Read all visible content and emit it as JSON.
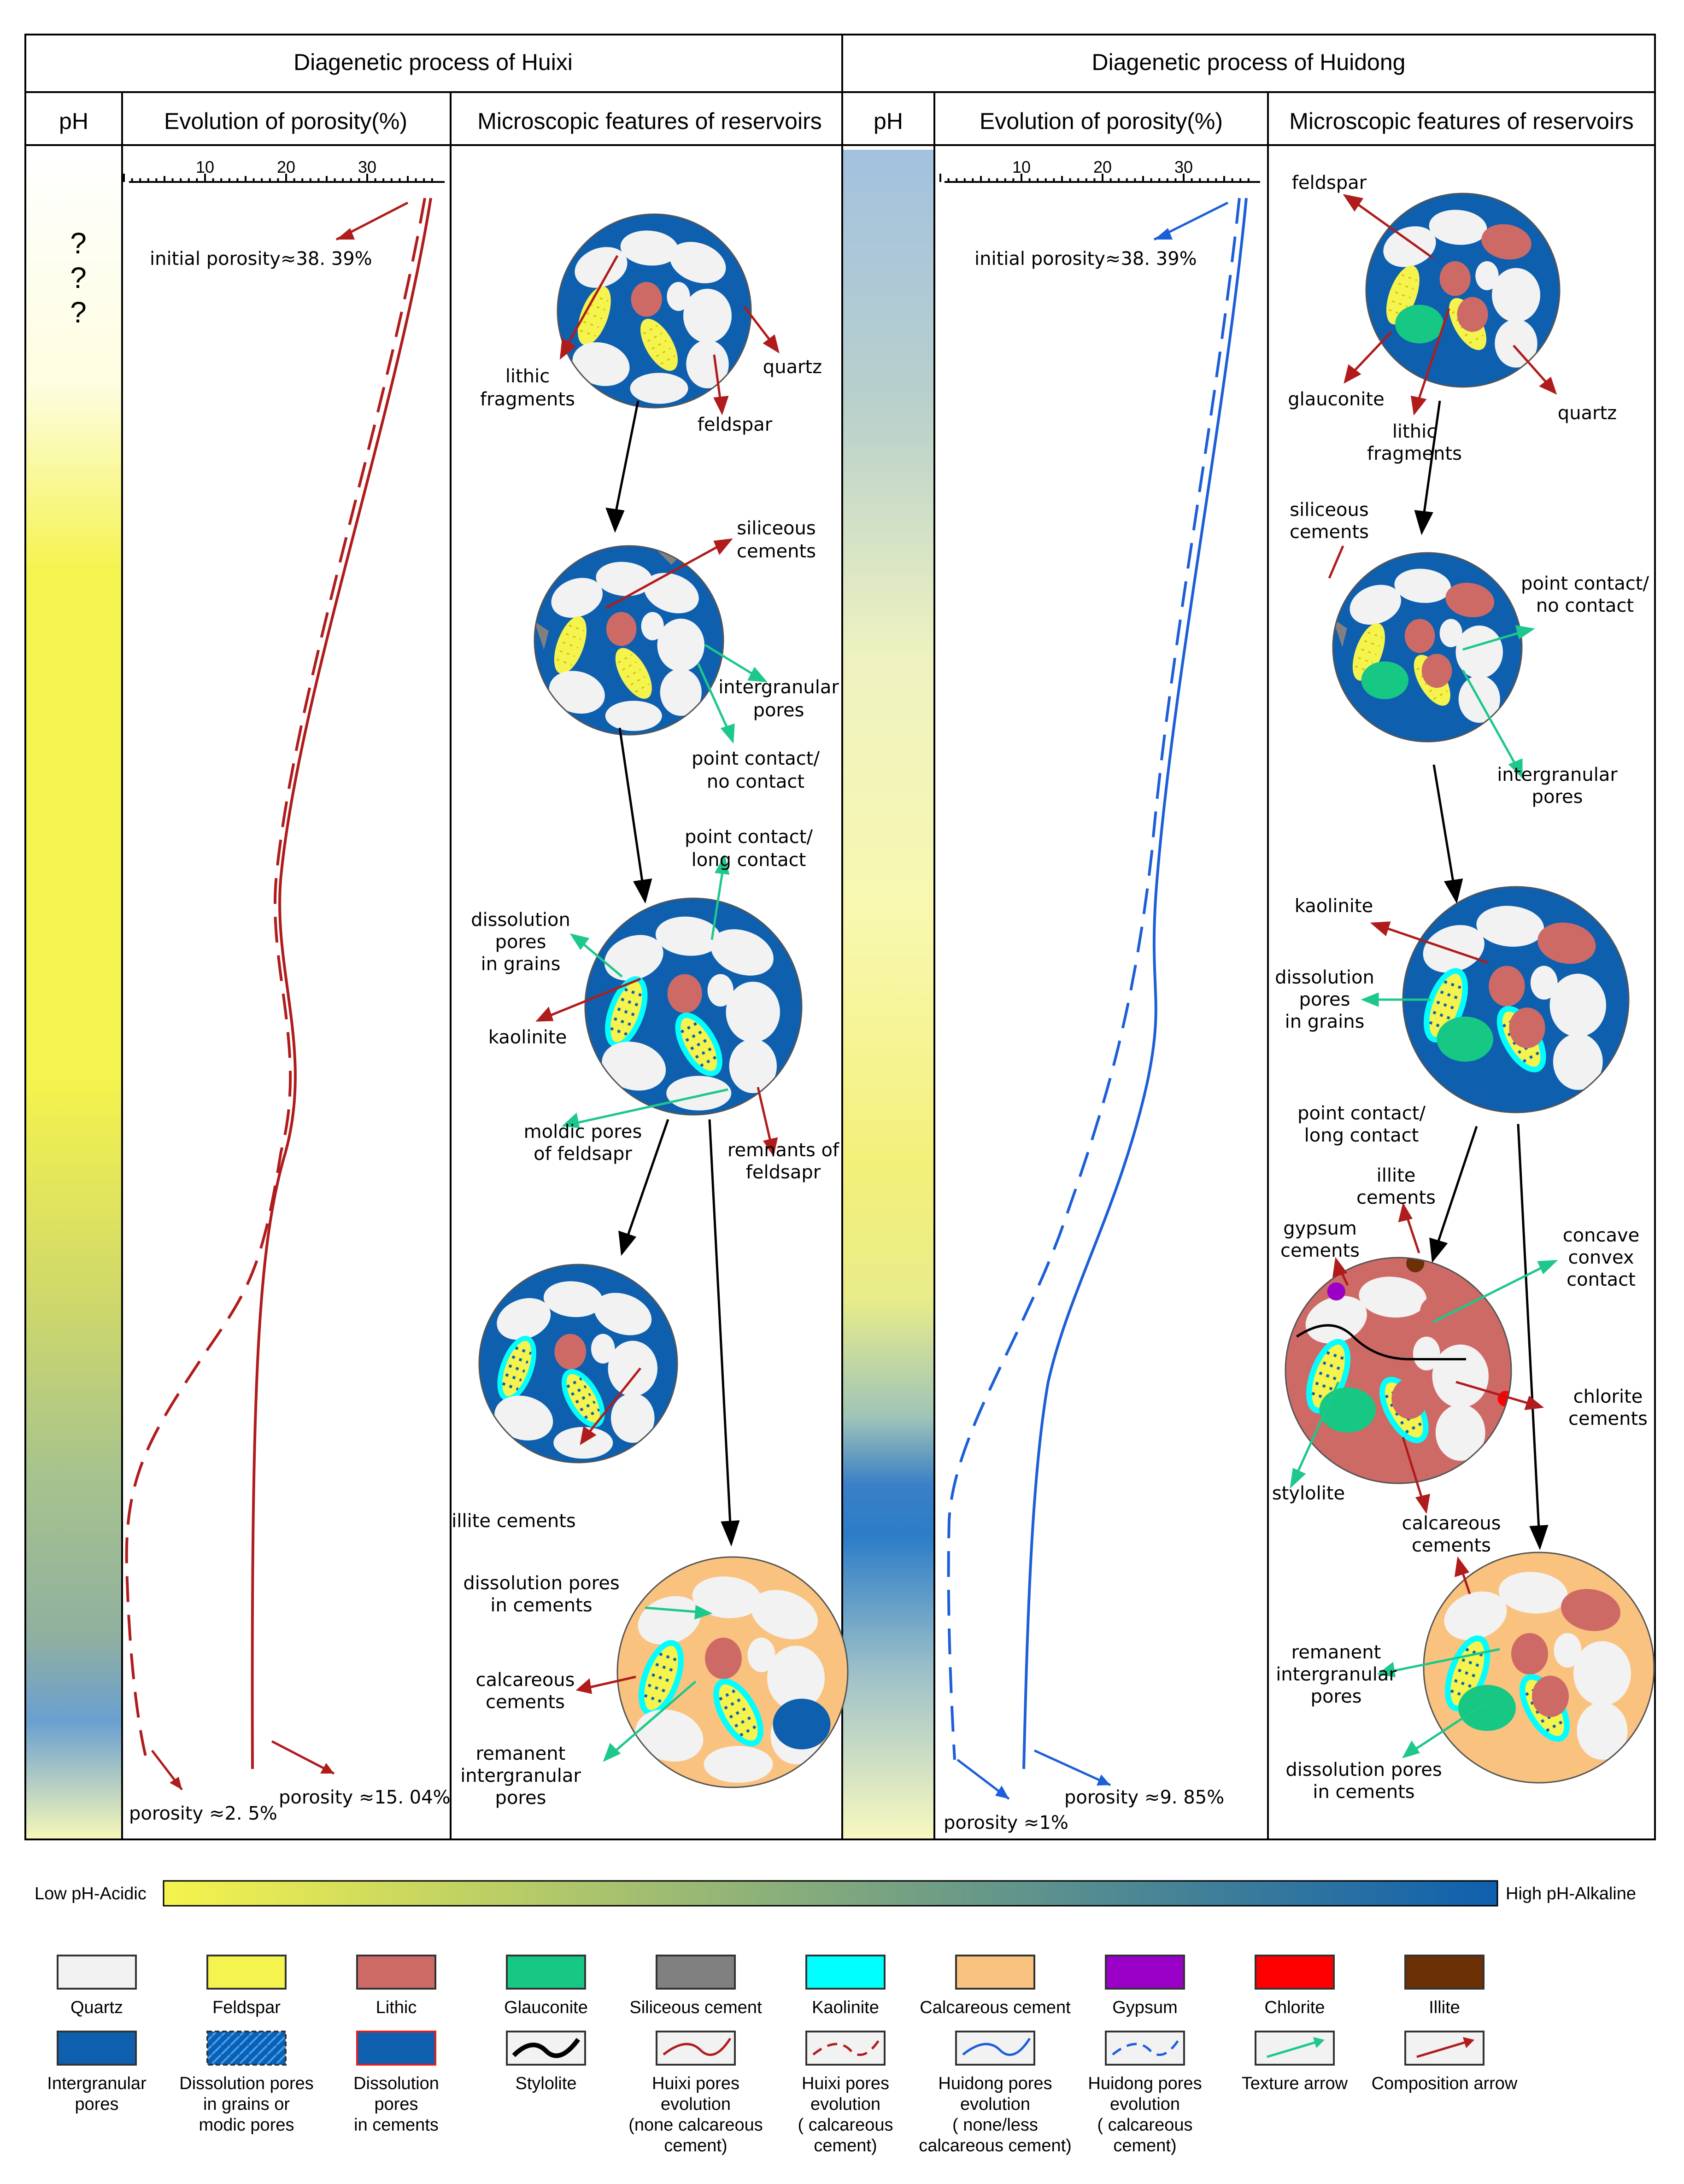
{
  "headers": {
    "huixi_title": "Diagenetic process of Huixi",
    "huidong_title": "Diagenetic process of Huidong",
    "ph": "pH",
    "porosity": "Evolution of porosity(%)",
    "features": "Microscopic features of reservoirs"
  },
  "axis_ticks": [
    "10",
    "20",
    "30"
  ],
  "question_marks": [
    "?",
    "?",
    "?"
  ],
  "huixi": {
    "initial_porosity": "initial porosity≈38. 39%",
    "final_calc": "porosity ≈2. 5%",
    "final_noncalc": "porosity ≈15. 04%",
    "labels": {
      "lithic_fragments": [
        "lithic",
        "fragments"
      ],
      "feldspar": "feldspar",
      "quartz": "quartz",
      "siliceous_cements": [
        "siliceous",
        "cements"
      ],
      "intergranular_pores": [
        "intergranular",
        "pores"
      ],
      "point_no_contact": [
        "point contact/",
        "no contact"
      ],
      "point_long_contact": [
        "point contact/",
        "long contact"
      ],
      "dissolution_pores_grains": [
        "dissolution",
        "pores",
        "in grains"
      ],
      "kaolinite": "kaolinite",
      "moldic_pores": [
        "moldic pores",
        "of feldsapr"
      ],
      "remnants_feldsapr": [
        "remnants of",
        "feldsapr"
      ],
      "illite_cements": "illite cements",
      "dissolution_pores_cements": [
        "dissolution pores",
        "in cements"
      ],
      "calcareous_cements": [
        "calcareous",
        "cements"
      ],
      "remanent_intergranular": [
        "remanent",
        "intergranular",
        "pores"
      ]
    }
  },
  "huidong": {
    "initial_porosity": "initial porosity≈38. 39%",
    "final_calc": "porosity ≈1%",
    "final_noncalc": "porosity ≈9. 85%",
    "labels": {
      "feldspar": "feldspar",
      "glauconite": "glauconite",
      "lithic_fragments": [
        "lithic",
        "fragments"
      ],
      "quartz": "quartz",
      "siliceous_cements": [
        "siliceous",
        "cements"
      ],
      "point_no_contact": [
        "point contact/",
        "no contact"
      ],
      "intergranular_pores": [
        "intergranular",
        "pores"
      ],
      "kaolinite": "kaolinite",
      "dissolution_pores_grains": [
        "dissolution",
        "pores",
        "in grains"
      ],
      "point_long_contact": [
        "point contact/",
        "long contact"
      ],
      "illite_cements": [
        "illite",
        "cements"
      ],
      "gypsum_cements": [
        "gypsum",
        "cements"
      ],
      "concave_convex": [
        "concave",
        "convex",
        "contact"
      ],
      "chlorite_cements": [
        "chlorite",
        "cements"
      ],
      "stylolite": "stylolite",
      "calcareous_cements": [
        "calcareous",
        "cements"
      ],
      "remanent_intergranular": [
        "remanent",
        "intergranular",
        "pores"
      ],
      "dissolution_pores_cements": [
        "dissolution pores",
        "in cements"
      ]
    }
  },
  "ph_scale": {
    "low": "Low pH-Acidic",
    "high": "High pH-Alkaline",
    "low_color": "#f5f34d",
    "high_color": "#0e5fae"
  },
  "legend": [
    {
      "label": [
        "Quartz"
      ],
      "kind": "fill",
      "color": "#f2f2f2"
    },
    {
      "label": [
        "Feldspar"
      ],
      "kind": "fill",
      "color": "#f5f34d"
    },
    {
      "label": [
        "Lithic"
      ],
      "kind": "fill",
      "color": "#cd6a66"
    },
    {
      "label": [
        "Glauconite"
      ],
      "kind": "fill",
      "color": "#17c784"
    },
    {
      "label": [
        "Siliceous cement"
      ],
      "kind": "fill",
      "color": "#808080"
    },
    {
      "label": [
        "Kaolinite"
      ],
      "kind": "fill",
      "color": "#00ffff"
    },
    {
      "label": [
        "Calcareous cement"
      ],
      "kind": "fill",
      "color": "#fac27f"
    },
    {
      "label": [
        "Gypsum"
      ],
      "kind": "fill",
      "color": "#9b00c8"
    },
    {
      "label": [
        "Chlorite"
      ],
      "kind": "fill",
      "color": "#ff0000"
    },
    {
      "label": [
        "Illite"
      ],
      "kind": "fill",
      "color": "#6b3005"
    },
    {
      "label": [
        "Intergranular",
        "pores"
      ],
      "kind": "fill",
      "color": "#0e5fae"
    },
    {
      "label": [
        "Dissolution pores",
        "in grains or",
        "modic pores"
      ],
      "kind": "dashed",
      "color": "#0e5fae"
    },
    {
      "label": [
        "Dissolution",
        "pores",
        "in cements"
      ],
      "kind": "redborder",
      "color": "#0e5fae"
    },
    {
      "label": [
        "Stylolite"
      ],
      "kind": "stylolite",
      "color": "#000000"
    },
    {
      "label": [
        "Huixi pores",
        "evolution",
        "(none calcareous",
        "cement)"
      ],
      "kind": "solid-line",
      "color": "#b01c1c"
    },
    {
      "label": [
        "Huixi pores",
        "evolution",
        "( calcareous",
        "cement)"
      ],
      "kind": "dash-line",
      "color": "#b01c1c"
    },
    {
      "label": [
        "Huidong pores",
        "evolution",
        "( none/less",
        "calcareous cement)"
      ],
      "kind": "solid-line",
      "color": "#1c5fd8"
    },
    {
      "label": [
        "Huidong pores",
        "evolution",
        "( calcareous",
        "cement)"
      ],
      "kind": "dash-line",
      "color": "#1c5fd8"
    },
    {
      "label": [
        "Texture arrow"
      ],
      "kind": "arrow",
      "color": "#1dc88a"
    },
    {
      "label": [
        "Composition arrow"
      ],
      "kind": "arrow",
      "color": "#b01c1c"
    }
  ],
  "colors": {
    "quartz": "#f2f2f2",
    "feldspar": "#f5f34d",
    "lithic": "#cd6a66",
    "glauconite": "#17c784",
    "siliceous": "#808080",
    "kaolinite": "#00ffff",
    "calcareous": "#fac27f",
    "gypsum": "#9b00c8",
    "chlorite": "#ff0000",
    "illite": "#6b3005",
    "pore": "#0e5fae",
    "huixi_line": "#b01c1c",
    "huidong_line": "#1c5fd8",
    "texture_arrow": "#1dc88a",
    "composition_arrow": "#b01c1c"
  }
}
